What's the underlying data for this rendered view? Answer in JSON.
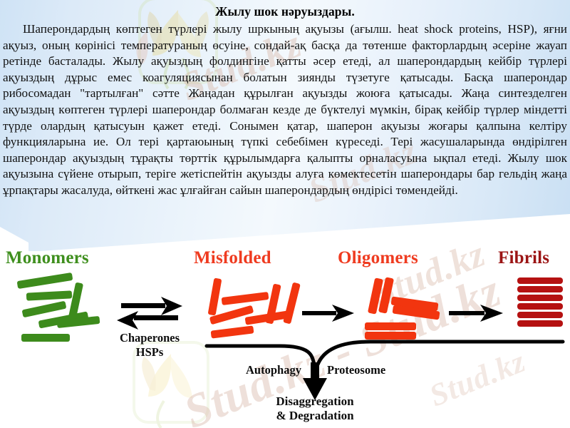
{
  "document": {
    "title": "Жылу шок нәруыздары.",
    "paragraph": "Шаперондардың көптеген түрлері жылу шркының ақуызы (ағылш. heat shock proteins, HSP), яғни ақуыз, оның көрінісі температураның өсуіне, сондай-ақ басқа да төтенше факторлардың әсеріне жауап ретінде басталады. Жылу ақуыздың фолдингіне қатты әсер етеді, ал шаперондардың кейбір түрлері ақуыздың дұрыс емес коагуляциясынан болатын зиянды түзетуге қатысады. Басқа шаперондар рибосомадан \"тартылған\" сәтте Жаңадан құрылған ақуызды жоюға қатысады. Жаңа синтезделген ақуыздың көптеген түрлері шаперондар болмаған кезде де бүктелуі мүмкін, бірақ кейбір түрлер міндетті түрде олардың қатысуын қажет етеді. Сонымен қатар, шаперон ақуызы жоғары қалпына келтіру функцияларына ие. Ол тері қартаюының түпкі себебімен күреседі. Тері жасушаларында өндірілген шаперондар ақуыздың тұрақты төрттік құрылымдарға қалыпты орналасуына ықпал етеді. Жылу шок ақуызына сүйене отырып, теріге жетіспейтін ақуызды алуға көмектесетін шаперондары бар гельдің жаңа ұрпақтары жасалуда, өйткені жас ұлғайған сайын шаперондардың өндірісі төмендейді."
  },
  "diagram": {
    "stages": [
      {
        "id": "monomers",
        "label": "Monomers",
        "color": "#3f8f1e"
      },
      {
        "id": "misfolded",
        "label": "Misfolded",
        "color": "#ef3b20"
      },
      {
        "id": "oligomers",
        "label": "Oligomers",
        "color": "#ef3b20"
      },
      {
        "id": "fibrils",
        "label": "Fibrils",
        "color": "#9b1414"
      }
    ],
    "reversible_arrow": {
      "line1": "Chaperones",
      "line2": "HSPs"
    },
    "pathways": [
      {
        "id": "autophagy",
        "label": "Autophagy"
      },
      {
        "id": "proteosome",
        "label": "Proteosome"
      }
    ],
    "outcome": {
      "line1": "Disaggregation",
      "line2": "& Degradation"
    },
    "colors": {
      "monomer_rod": "#3d8b1c",
      "misfolded_rod": "#f2350f",
      "oligomer_rod": "#f2350f",
      "fibril_rod": "#b51111",
      "arrow": "#000000"
    }
  },
  "watermark": {
    "brand": "Stud.kz",
    "brand_dash": "Stud.kz - Stud.kz",
    "color": "#d8b7a8"
  }
}
